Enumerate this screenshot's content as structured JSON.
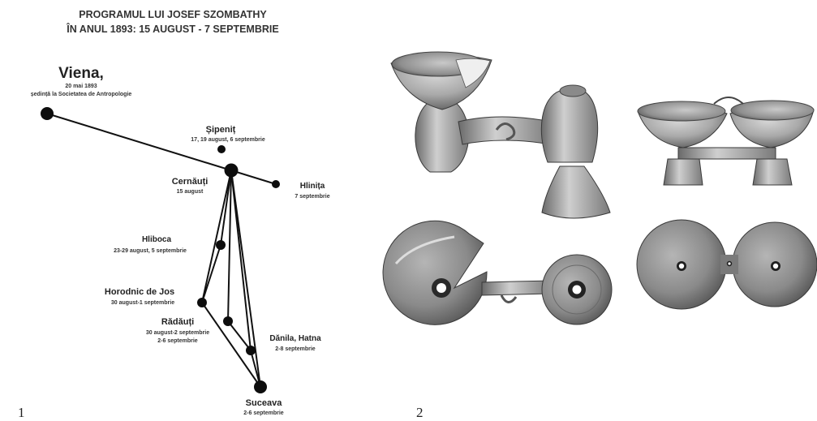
{
  "title": {
    "line1": "PROGRAMUL LUI JOSEF SZOMBATHY",
    "line2": "ÎN ANUL 1893: 15 AUGUST - 7 SEPTEMBRIE"
  },
  "places": {
    "viena": {
      "name": "Viena,",
      "date1": "20 mai 1893",
      "date2": "ședință la Societatea de Antropologie"
    },
    "sipenit": {
      "name": "Șipeniț",
      "date1": "17, 19 august, 6 septembrie"
    },
    "cernauti": {
      "name": "Cernăuți",
      "date1": "15 august"
    },
    "hlinita": {
      "name": "Hlinița",
      "date1": "7 septembrie"
    },
    "hliboca": {
      "name": "Hliboca",
      "date1": "23-29 august, 5 septembrie"
    },
    "horodnic": {
      "name": "Horodnic de Jos",
      "date1": "30 august-1 septembrie"
    },
    "radauti": {
      "name": "Rădăuți",
      "date1": "30 august-2 septembrie",
      "date2": "2-6 septembrie"
    },
    "danila": {
      "name": "Dănila, Hatna",
      "date1": "2-8 septembrie"
    },
    "suceava": {
      "name": "Suceava",
      "date1": "2-6 septembrie"
    }
  },
  "figure_numbers": {
    "fig1": "1",
    "fig2": "2"
  },
  "colors": {
    "line": "#111111",
    "node": "#0d0d0d",
    "artifact_light": "#bdbdbd",
    "artifact_dark": "#5a5a5a"
  }
}
